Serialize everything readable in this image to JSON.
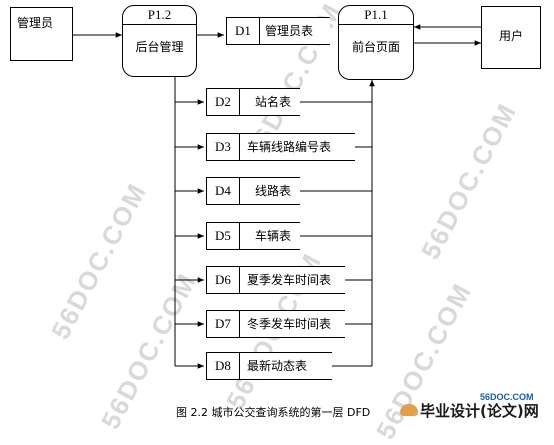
{
  "entities": {
    "admin": "管理员",
    "user": "用户"
  },
  "processes": {
    "backend": {
      "id": "P1.2",
      "name": "后台管理"
    },
    "frontend": {
      "id": "P1.1",
      "name": "前台页面"
    }
  },
  "datastores": {
    "d1": {
      "id": "D1",
      "name": "管理员表"
    },
    "d2": {
      "id": "D2",
      "name": "站名表"
    },
    "d3": {
      "id": "D3",
      "name": "车辆线路编号表"
    },
    "d4": {
      "id": "D4",
      "name": "线路表"
    },
    "d5": {
      "id": "D5",
      "name": "车辆表"
    },
    "d6": {
      "id": "D6",
      "name": "夏季发车时间表"
    },
    "d7": {
      "id": "D7",
      "name": "冬季发车时间表"
    },
    "d8": {
      "id": "D8",
      "name": "最新动态表"
    }
  },
  "caption": "图 2.2 城市公交查询系统的第一层 DFD",
  "watermark": "56DOC.COM",
  "logo": {
    "url": "56DOC.COM",
    "brand": "毕业设计(论文)网"
  }
}
